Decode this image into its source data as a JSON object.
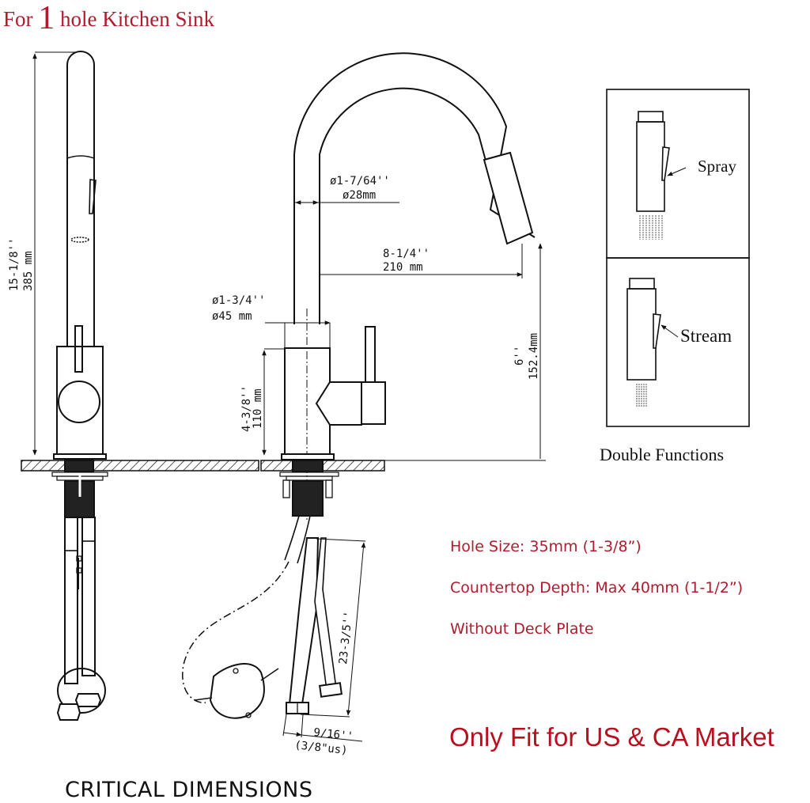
{
  "header": {
    "title_prefix": "For",
    "hole_count": "1",
    "title_suffix": "hole Kitchen Sink"
  },
  "side_view": {
    "total_height_in": "15-1/8''",
    "total_height_mm": "385 mm"
  },
  "front_view": {
    "spout_diameter_in": "ø1-7/64''",
    "spout_diameter_mm": "ø28mm",
    "reach_in": "8-1/4''",
    "reach_mm": "210 mm",
    "body_diameter_in": "ø1-3/4''",
    "body_diameter_mm": "ø45 mm",
    "body_height_in": "4-3/8''",
    "body_height_mm": "110 mm",
    "spout_clearance_in": "6''",
    "spout_clearance_mm": "152.4mm",
    "hose_length_in": "23-3/5''",
    "connector_size_in": "9/16''",
    "connector_size_us": "(3/8\"us)"
  },
  "functions_panel": {
    "spray_label": "Spray",
    "stream_label": "Stream",
    "caption": "Double Functions"
  },
  "specs": {
    "items": [
      "Hole Size: 35mm (1-3/8”)",
      "Countertop Depth: Max 40mm (1-1/2”)",
      "Without Deck Plate"
    ]
  },
  "market_note": "Only Fit for US & CA Market",
  "footer": {
    "caption": "CRITICAL DIMENSIONS"
  },
  "colors": {
    "accent_red": "#b01c2e",
    "line": "#111111"
  }
}
